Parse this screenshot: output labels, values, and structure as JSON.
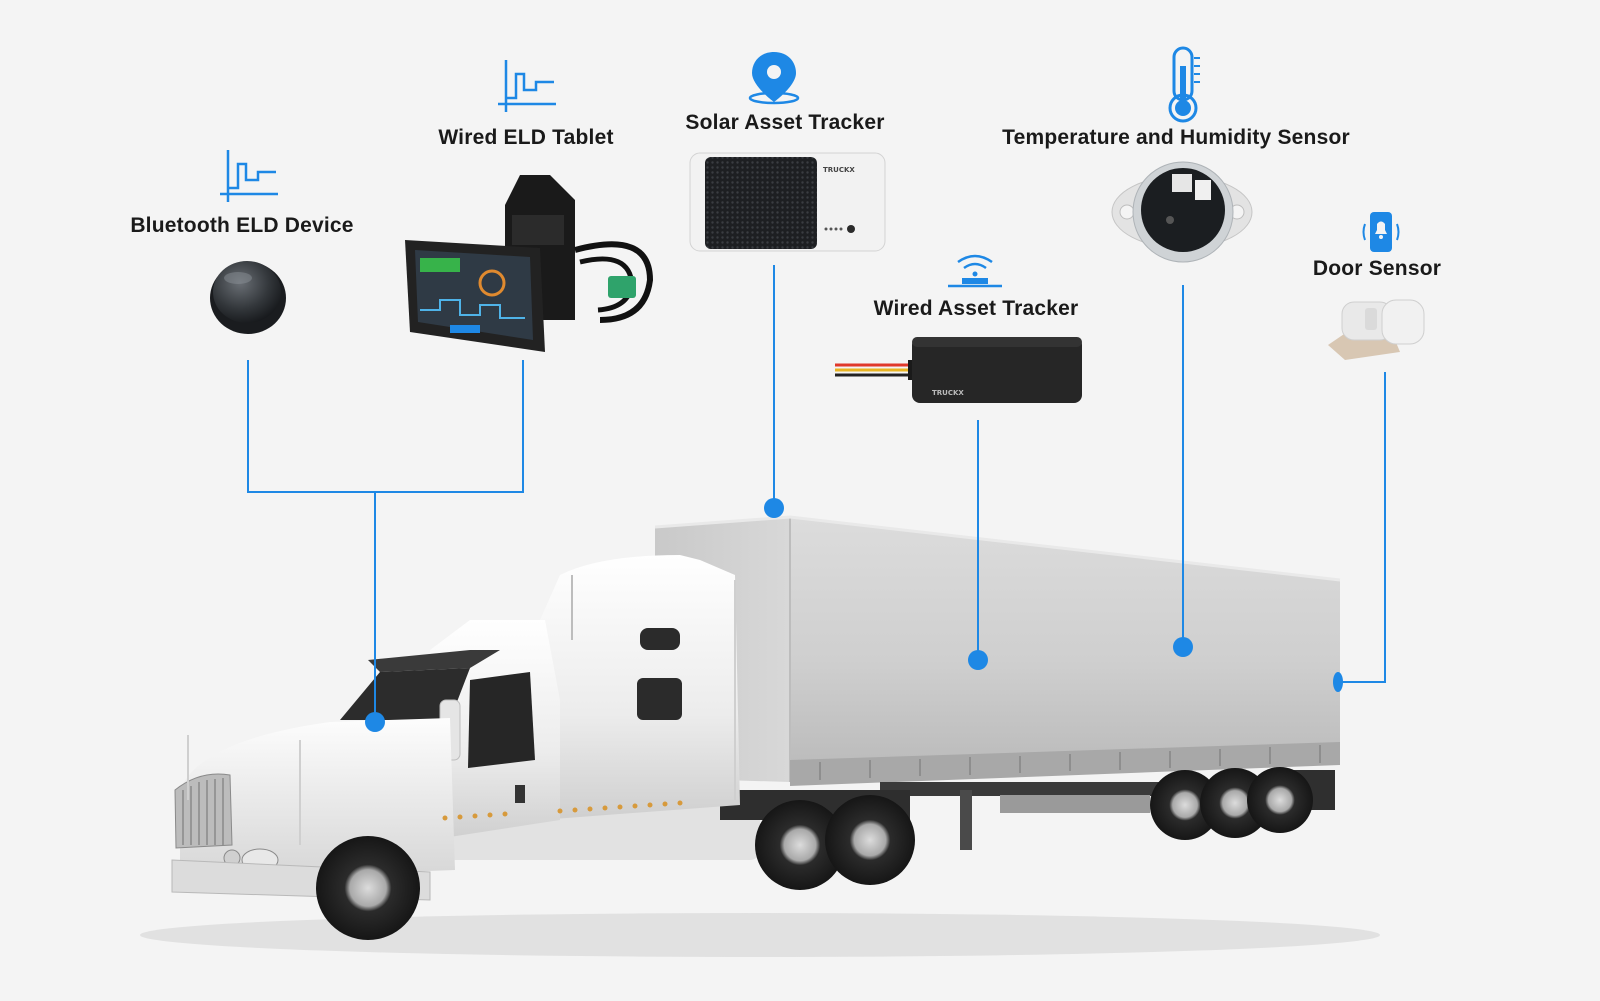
{
  "labels": {
    "bluetooth_eld": "Bluetooth ELD Device",
    "wired_eld_tablet": "Wired ELD Tablet",
    "solar_tracker": "Solar Asset Tracker",
    "wired_tracker": "Wired Asset Tracker",
    "temp_sensor": "Temperature and Humidity Sensor",
    "door_sensor": "Door Sensor"
  },
  "brand_text": "TRUCKX",
  "icons": {
    "bluetooth_eld": "eld-graph-icon",
    "wired_eld_tablet": "eld-graph-icon",
    "solar_tracker": "location-pin-icon",
    "wired_tracker": "wifi-signal-icon",
    "temp_sensor": "thermometer-icon",
    "door_sensor": "phone-alert-icon"
  },
  "colors": {
    "accent": "#1e88e5",
    "background": "#f4f4f4",
    "text": "#1a1a1a"
  }
}
